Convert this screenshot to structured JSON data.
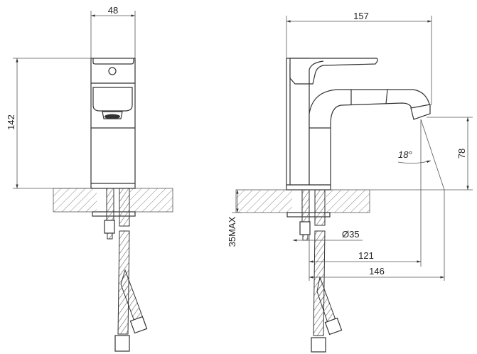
{
  "front_view": {
    "width_dim": "48",
    "height_dim": "142"
  },
  "side_view": {
    "depth_dim": "157",
    "spout_height_dim": "78",
    "spout_angle": "18°",
    "hole_diameter": "Ø35",
    "reach_to_aerator": "121",
    "reach_total": "146",
    "counter_thickness": "35MAX"
  },
  "colors": {
    "line": "#333333",
    "background": "#ffffff"
  }
}
